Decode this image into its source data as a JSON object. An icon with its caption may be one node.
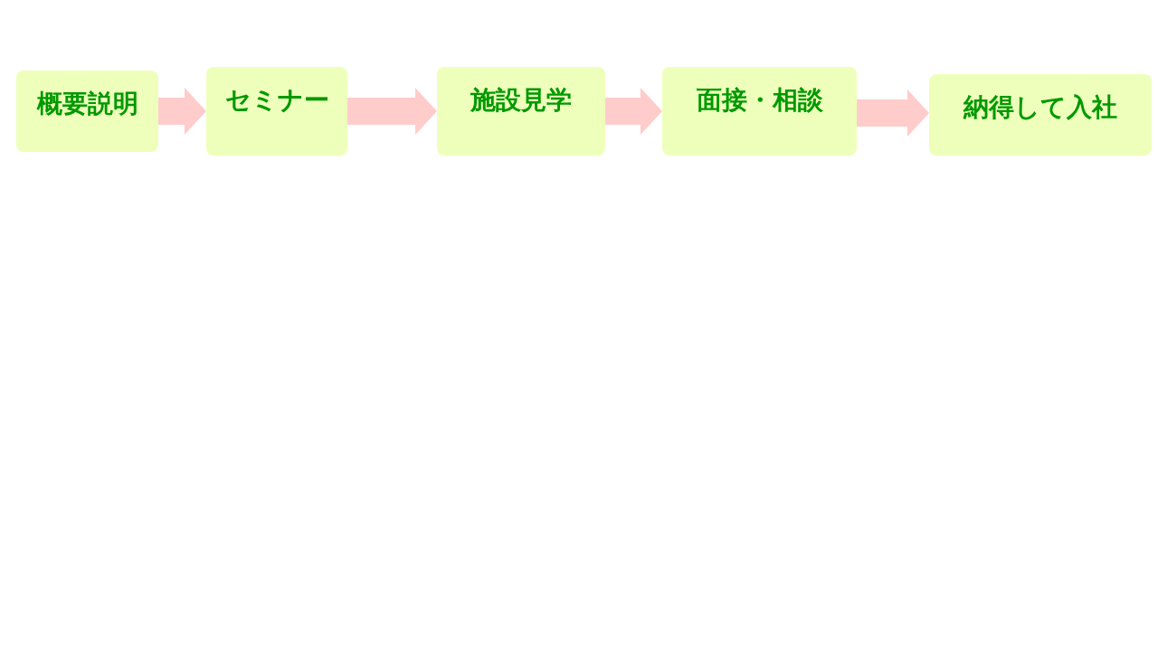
{
  "diagram": {
    "nodes": [
      {
        "text": [
          "概要説明"
        ]
      },
      {
        "text": [
          "セミナー"
        ]
      },
      {
        "text": [
          "施設見学"
        ]
      },
      {
        "text": [
          "面接・相談"
        ]
      },
      {
        "text": [
          "納得して入社"
        ]
      }
    ],
    "edges": [
      {
        "from": 0,
        "to": 1,
        "arrow": "to"
      },
      {
        "from": 1,
        "to": 2,
        "arrow": "to"
      },
      {
        "from": 2,
        "to": 3,
        "arrow": "to"
      },
      {
        "from": 3,
        "to": 4,
        "arrow": "to"
      }
    ]
  }
}
